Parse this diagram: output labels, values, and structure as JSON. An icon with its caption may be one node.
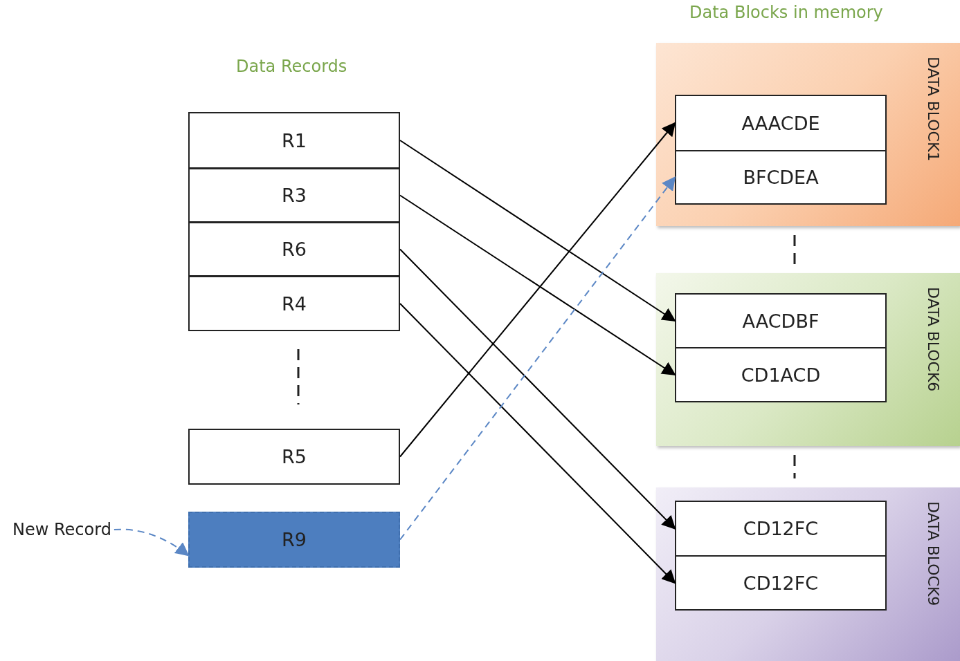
{
  "diagram": {
    "nodes": [
      {
        "text": [
          "R1"
        ]
      },
      {
        "text": [
          "R3"
        ]
      },
      {
        "text": [
          "R6"
        ]
      },
      {
        "text": [
          "R4"
        ]
      },
      {
        "text": [
          "R5"
        ]
      },
      {
        "text": [
          "R9"
        ]
      },
      {
        "text": [
          "DATA BLOCK1"
        ]
      },
      {
        "text": [
          "AAACDE"
        ],
        "in": 6
      },
      {
        "text": [
          "BFCDEA"
        ],
        "in": 6
      },
      {
        "text": [
          "DATA BLOCK6"
        ]
      },
      {
        "text": [
          "AACDBF"
        ],
        "in": 9
      },
      {
        "text": [
          "CD1ACD"
        ],
        "in": 9
      },
      {
        "text": [
          "DATA BLOCK9"
        ]
      },
      {
        "text": [
          "CD12FC"
        ],
        "in": 12
      },
      {
        "text": [
          "CD12FC"
        ],
        "in": 12
      },
      {
        "text": [
          "New Record"
        ]
      }
    ],
    "edges": [
      {
        "from": 0,
        "to": 10,
        "arrow": "to"
      },
      {
        "from": 1,
        "to": 11,
        "arrow": "to"
      },
      {
        "from": 2,
        "to": 13,
        "arrow": "to"
      },
      {
        "from": 3,
        "to": 14,
        "arrow": "to"
      },
      {
        "from": 4,
        "to": 7,
        "arrow": "to"
      },
      {
        "from": 5,
        "to": 8,
        "arrow": "to",
        "style": "dashed",
        "color": "#5b87c5"
      },
      {
        "from": 15,
        "to": 5,
        "arrow": "to",
        "style": "dashed",
        "color": "#5b87c5"
      }
    ],
    "labels": [
      "Data Blocks in memory",
      "Data Records"
    ]
  }
}
